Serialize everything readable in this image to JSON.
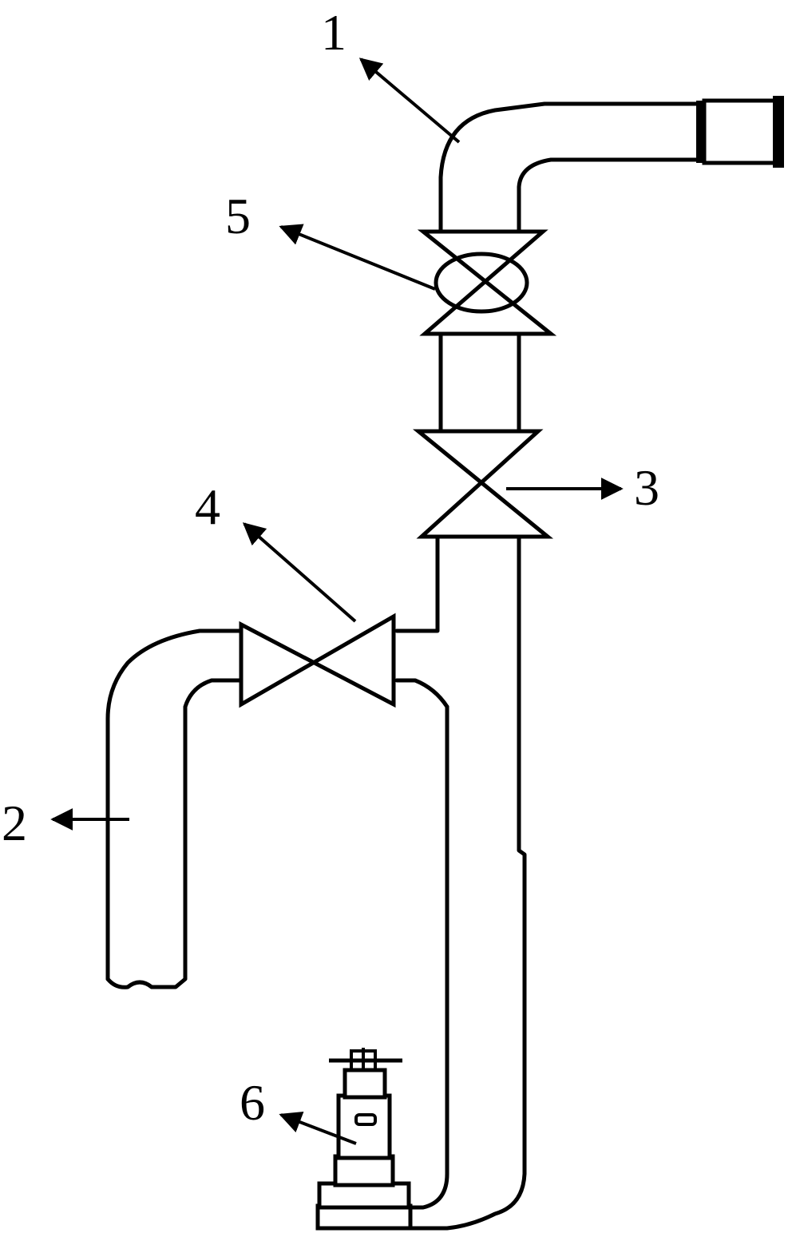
{
  "diagram": {
    "labels": {
      "l1": "1",
      "l2": "2",
      "l3": "3",
      "l4": "4",
      "l5": "5",
      "l6": "6"
    },
    "colors": {
      "line": "#000000",
      "background": "#ffffff"
    }
  }
}
